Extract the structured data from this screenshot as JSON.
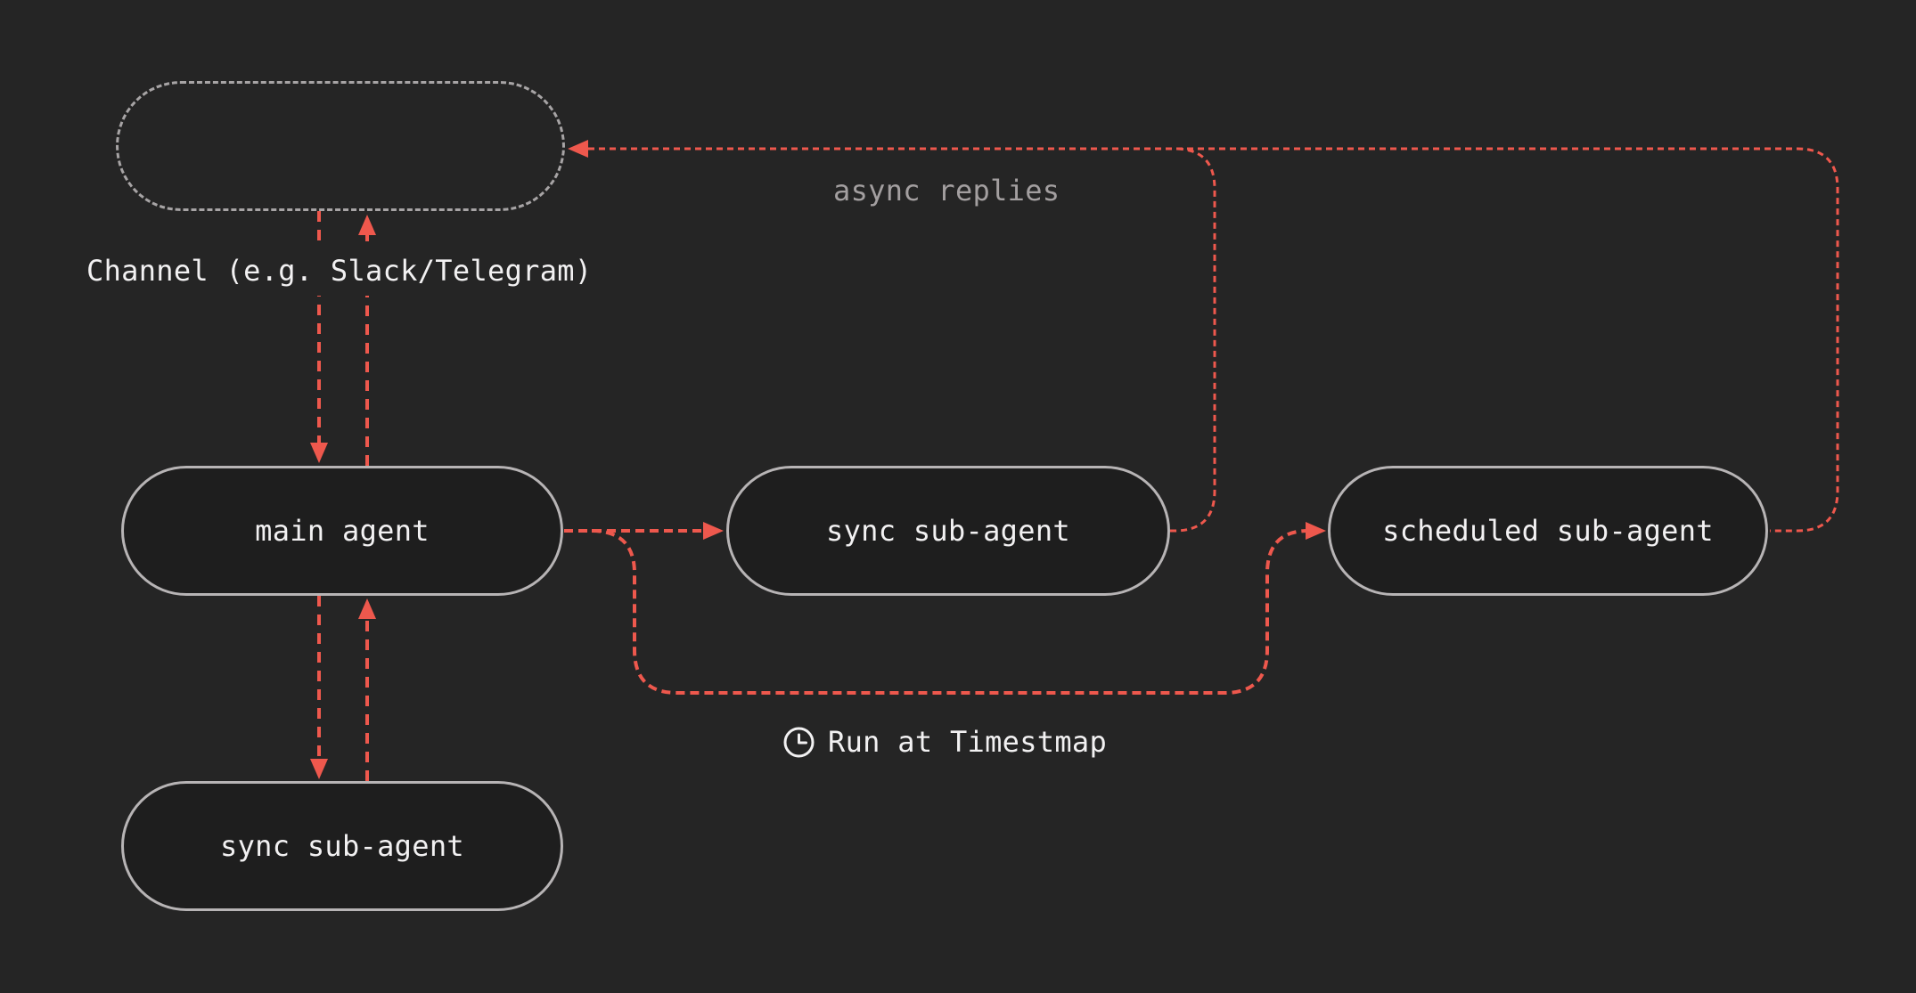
{
  "colors": {
    "background": "#252525",
    "accent": "#ee584d",
    "node_border": "#b7b4b5",
    "node_fill": "#1e1e1e",
    "dashed_border": "#a7a4a5",
    "text": "#f2f1f2",
    "muted_text": "#a39fa0"
  },
  "nodes": {
    "channel": {
      "label": ""
    },
    "main": {
      "label": "main agent"
    },
    "sync_mid": {
      "label": "sync sub-agent"
    },
    "scheduled": {
      "label": "scheduled sub-agent"
    },
    "sync_bottom": {
      "label": "sync sub-agent"
    }
  },
  "labels": {
    "channel": "Channel (e.g. Slack/Telegram)",
    "async": "async replies",
    "schedule": "Run at Timestmap"
  },
  "edges": [
    {
      "from": "channel",
      "to": "main agent",
      "style": "red-dashed-arrow"
    },
    {
      "from": "main agent",
      "to": "channel",
      "style": "red-dashed-arrow"
    },
    {
      "from": "main agent",
      "to": "sync sub-agent",
      "style": "red-dashed-arrow"
    },
    {
      "from": "main agent",
      "to": "sync sub-agent (bottom)",
      "style": "red-dashed-arrow"
    },
    {
      "from": "sync sub-agent (bottom)",
      "to": "main agent",
      "style": "red-dashed-arrow"
    },
    {
      "from": "main agent",
      "to": "scheduled sub-agent",
      "style": "red-dashed-arrow",
      "label": "Run at Timestmap"
    },
    {
      "from": "sync sub-agent",
      "to": "channel",
      "style": "red-dashed-arrow",
      "label": "async replies"
    },
    {
      "from": "scheduled sub-agent",
      "to": "channel",
      "style": "red-dashed-arrow",
      "label": "async replies"
    }
  ]
}
